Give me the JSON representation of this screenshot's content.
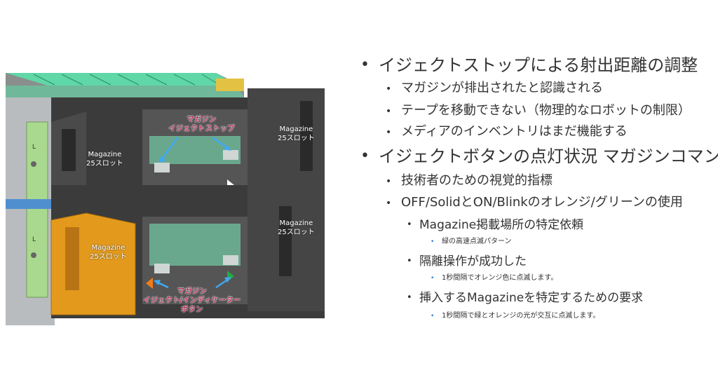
{
  "figure": {
    "labels": {
      "magazine_eject_stop_line1": "マガジン",
      "magazine_eject_stop_line2": "イジェクトストップ",
      "magazine_left_top_line1": "Magazine",
      "magazine_left_top_line2": "25スロット",
      "magazine_right_top_line1": "Magazine",
      "magazine_right_top_line2": "25スロット",
      "magazine_left_bottom_line1": "Magazine",
      "magazine_left_bottom_line2": "25スロット",
      "magazine_right_bottom_line1": "Magazine",
      "magazine_right_bottom_line2": "25スロット",
      "eject_indicator_line1": "マガジン",
      "eject_indicator_line2": "イジェクト/インディケーター",
      "eject_indicator_line3": "ボタン",
      "side_mark_top": "L",
      "side_mark_bottom": "L"
    },
    "colors": {
      "chassis": "#3b3b3b",
      "magazine_highlight": "#e39a1c",
      "tape_green": "#5fd7a6",
      "callout_red": "#c0003a",
      "arrow_blue": "#3fa9f5",
      "led_orange": "#f07b1d",
      "led_green": "#22aa44",
      "rail_green": "#a9d98f"
    }
  },
  "bullets": [
    {
      "level": 1,
      "text": "イジェクトストップによる射出距離の調整"
    },
    {
      "level": 2,
      "text": "マガジンが排出されたと認識される"
    },
    {
      "level": 2,
      "text": "テープを移動できない（物理的なロボットの制限）"
    },
    {
      "level": 2,
      "text": "メディアのインベントリはまだ機能する"
    },
    {
      "level": 1,
      "text": "イジェクトボタンの点灯状況 マガジンコマンド"
    },
    {
      "level": 2,
      "text": "技術者のための視覚的指標"
    },
    {
      "level": 2,
      "text": "OFF/SolidとON/Blinkのオレンジ/グリーンの使用"
    },
    {
      "level": 3,
      "text": "Magazine掲載場所の特定依頼"
    },
    {
      "level": 4,
      "text": "緑の高速点滅パターン"
    },
    {
      "level": 3,
      "text": "隔離操作が成功した"
    },
    {
      "level": 4,
      "text": "1秒間隔でオレンジ色に点滅します。"
    },
    {
      "level": 3,
      "text": "挿入するMagazineを特定するための要求"
    },
    {
      "level": 4,
      "text": "1秒間隔で緑とオレンジの光が交互に点滅します。"
    }
  ],
  "bullet_glyphs": {
    "l1": "•",
    "l2": "•",
    "l3": "•",
    "l4": "•"
  }
}
